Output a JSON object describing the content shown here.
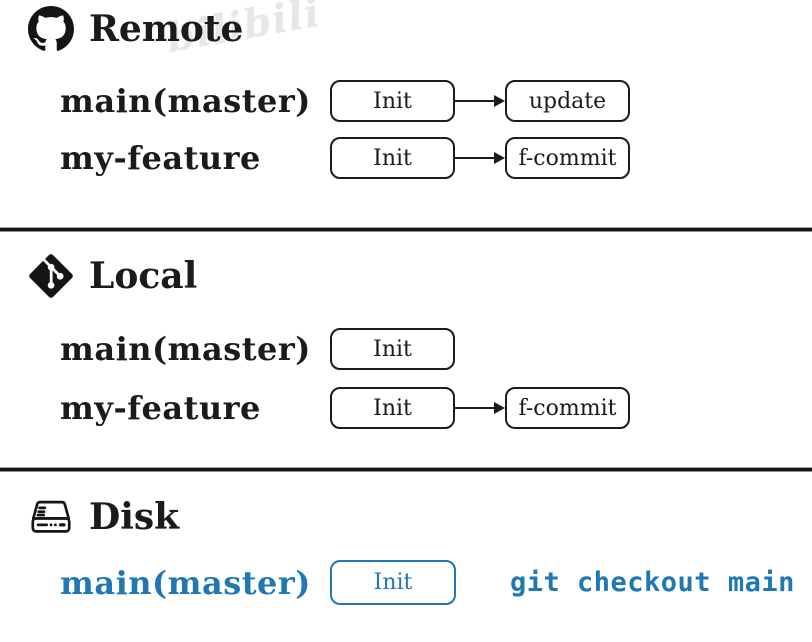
{
  "watermark": "bilibili",
  "colors": {
    "ink": "#1b1b1b",
    "accent_blue": "#1f77b4",
    "background": "#ffffff"
  },
  "sections": {
    "remote": {
      "title": "Remote",
      "icon": "github-icon",
      "rows": [
        {
          "branch": "main(master)",
          "commits": [
            "Init",
            "update"
          ]
        },
        {
          "branch": "my-feature",
          "commits": [
            "Init",
            "f-commit"
          ]
        }
      ]
    },
    "local": {
      "title": "Local",
      "icon": "git-icon",
      "rows": [
        {
          "branch": "main(master)",
          "commits": [
            "Init"
          ]
        },
        {
          "branch": "my-feature",
          "commits": [
            "Init",
            "f-commit"
          ]
        }
      ]
    },
    "disk": {
      "title": "Disk",
      "icon": "disk-icon",
      "rows": [
        {
          "branch": "main(master)",
          "commits": [
            "Init"
          ],
          "command": "git checkout main"
        }
      ]
    }
  }
}
